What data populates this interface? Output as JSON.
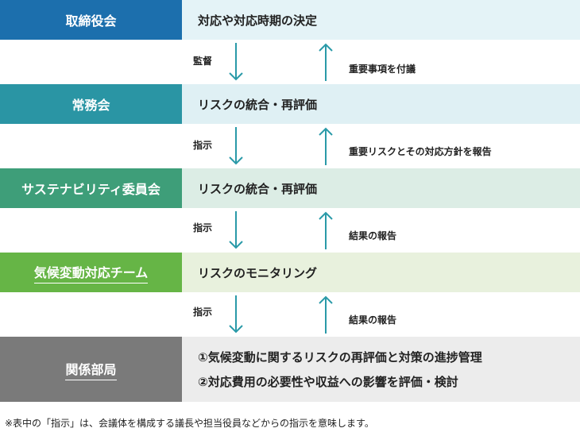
{
  "tiers": [
    {
      "label": "取締役会",
      "desc": "対応や対応時期の決定",
      "label_color": "#1c6fad",
      "desc_color": "#e4f3f7"
    },
    {
      "label": "常務会",
      "desc": "リスクの統合・再評価",
      "label_color": "#2a95a4",
      "desc_color": "#dff0f4"
    },
    {
      "label": "サステナビリティ委員会",
      "desc": "リスクの統合・再評価",
      "label_color": "#3e9e79",
      "desc_color": "#dcede5"
    },
    {
      "label": "気候変動対応チーム",
      "desc": "リスクのモニタリング",
      "label_color": "#66b546",
      "desc_color": "#e8f1dd"
    },
    {
      "label": "関係部局",
      "desc_lines": [
        "①気候変動に関するリスクの再評価と対策の進捗管理",
        "②対応費用の必要性や収益への影響を評価・検討"
      ],
      "label_color": "#7a7a7a",
      "desc_color": "#ececec"
    }
  ],
  "gaps": [
    {
      "down_label": "監督",
      "up_label": "重要事項を付議"
    },
    {
      "down_label": "指示",
      "up_label": "重要リスクとその対応方針を報告"
    },
    {
      "down_label": "指示",
      "up_label": "結果の報告"
    },
    {
      "down_label": "指示",
      "up_label": "結果の報告"
    }
  ],
  "arrow_color": "#2a9aa8",
  "footnote": "※表中の「指示」は、会議体を構成する議長や担当役員などからの指示を意味します。"
}
